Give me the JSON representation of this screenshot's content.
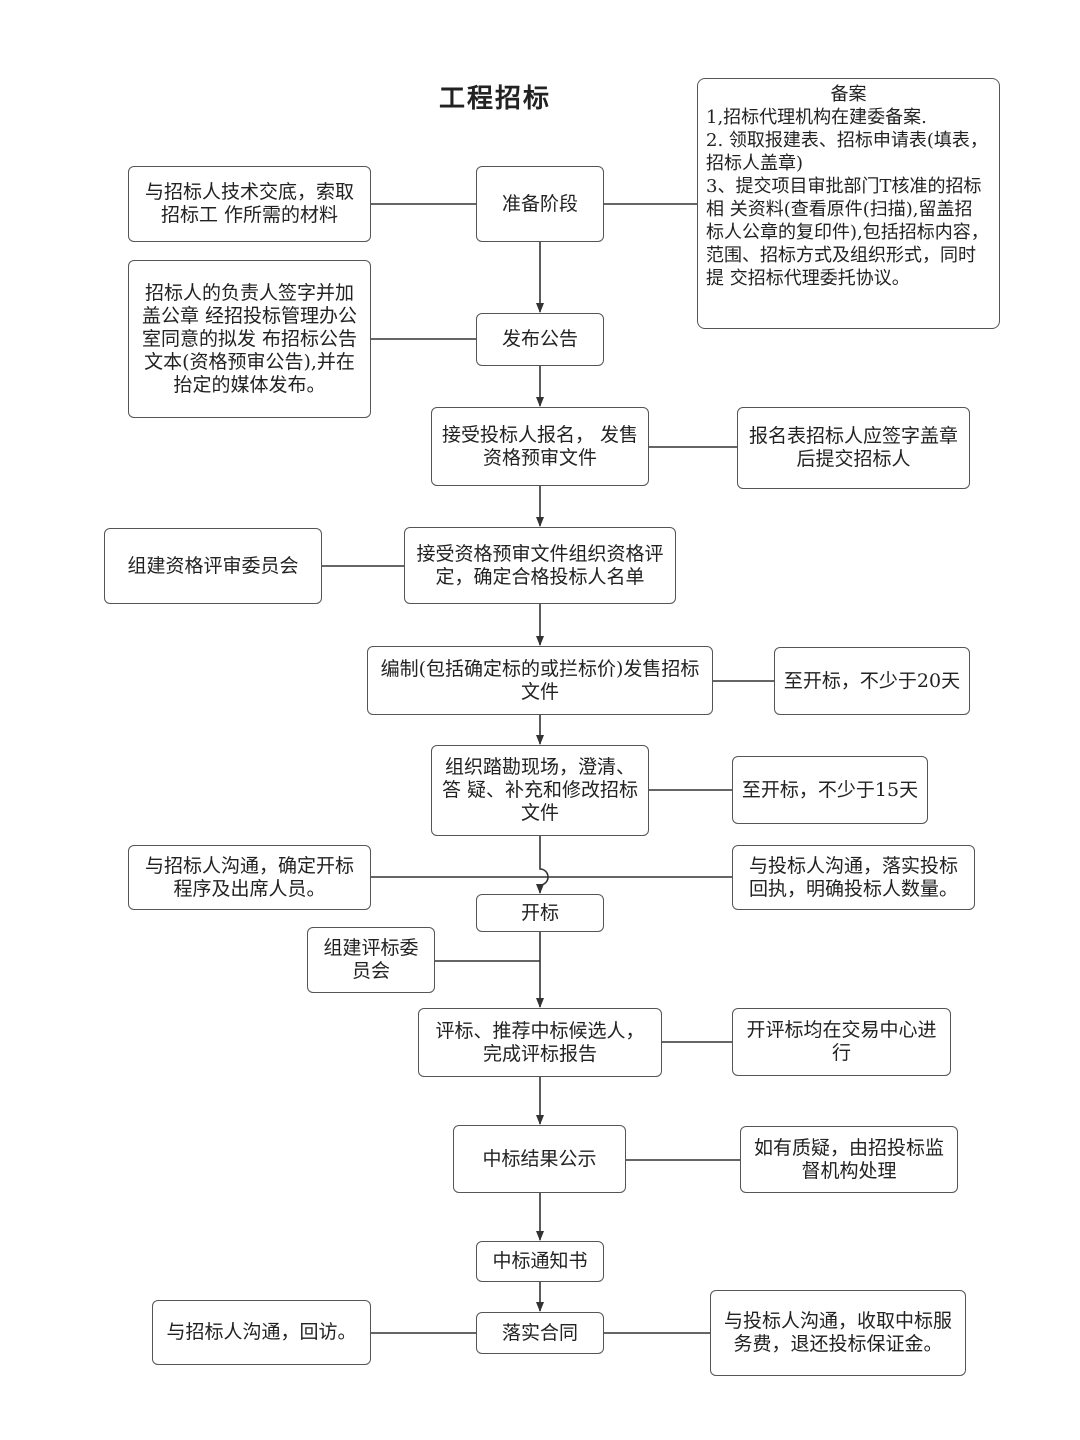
{
  "title": "工程招标",
  "record": {
    "heading": "备案",
    "items": [
      "1,招标代理机构在建委备案.",
      "2. 领取报建表、招标申请表(填表， 招标人盖章)",
      "3、提交项目审批部门T核准的招标相 关资料(查看原件(扫描),留盖招 标人公章的复印件),包括招标内容， 范围、招标方式及组织形式，同时提 交招标代理委托协议。"
    ]
  },
  "main_steps": {
    "prepare": "准备阶段",
    "announce": "发布公告",
    "register": "接受投标人报名， 发售资格预审文件",
    "prequal": "接受资格预审文件组织资格评定，确定合格投标人名单",
    "tender_docs": "编制(包括确定标的或拦标价)发售招标文件",
    "site_visit": "组织踏勘现场，澄清、答 疑、补充和修改招标文件",
    "open_bid": "开标",
    "evaluate": "评标、推荐中标候选人，完成评标报告",
    "publicize": "中标结果公示",
    "notice": "中标通知书",
    "contract": "落实合同"
  },
  "side_notes": {
    "prepare_left": "与招标人技术交底，索取招标工 作所需的材料",
    "announce_left": "招标人的负责人签字并加盖公章 经招投标管理办公室同意的拟发 布招标公告文本(资格预审公告),并在抬定的媒体发布。",
    "register_right": "报名表招标人应签字盖章后提交招标人",
    "prequal_left": "组建资格评审委员会",
    "tender_right": "至开标，不少于20天",
    "site_right": "至开标，不少于15天",
    "open_left": "与招标人沟通，确定开标程序及出席人员。",
    "open_right": "与投标人沟通，落实投标回执，明确投标人数量。",
    "committee_left": "组建评标委员会",
    "evaluate_right": "开评标均在交易中心进行",
    "publicize_right": "如有质疑，由招投标监督机构处理",
    "contract_left": "与招标人沟通，回访。",
    "contract_right": "与投标人沟通，收取中标服务费，退还投标保证金。"
  }
}
